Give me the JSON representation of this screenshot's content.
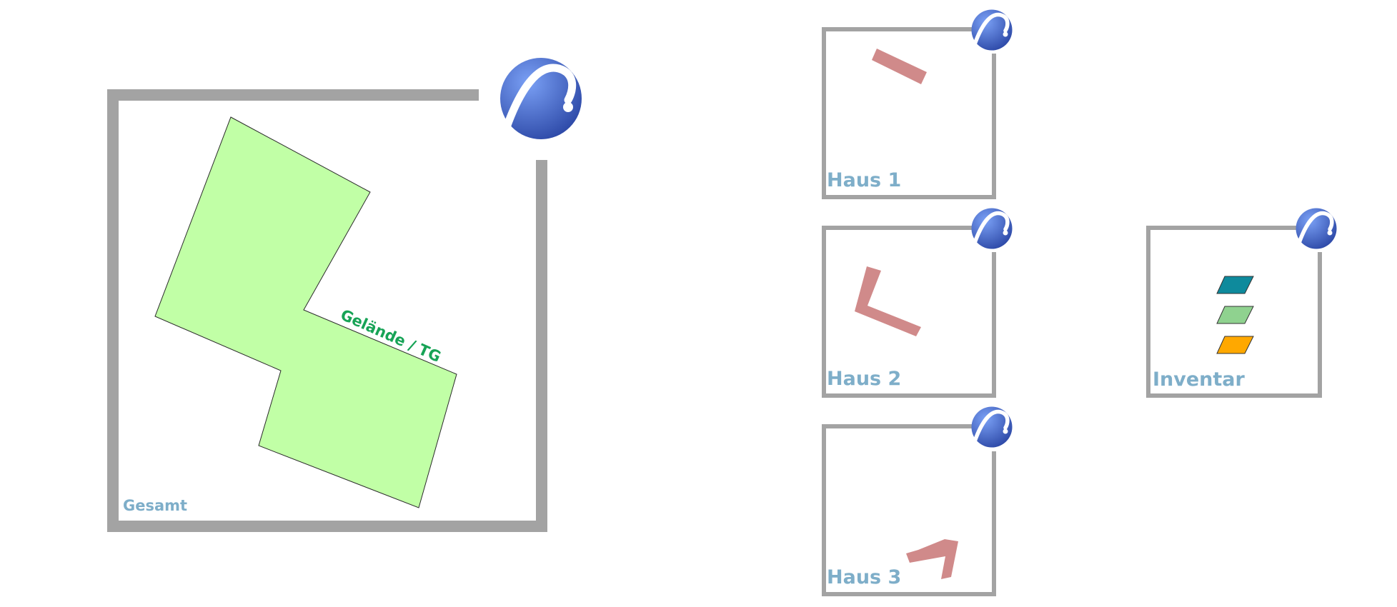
{
  "colors": {
    "frame": "#a3a3a3",
    "label": "#7eaec9",
    "terrain_fill": "#c1ffa6",
    "terrain_text": "#17a356",
    "house": "#d08a8a",
    "logo_dark": "#3050b0",
    "logo_light": "#6f96f0",
    "layer_teal": "#0e8a9c",
    "layer_green": "#8fd28f",
    "layer_orange": "#ffa800"
  },
  "icons": {
    "logo": "app-logo-icon",
    "layers": "layer-stack-icon"
  },
  "overview": {
    "label": "Gesamt",
    "terrain_label": "Gelände / TG"
  },
  "panels": {
    "haus1": {
      "label": "Haus 1"
    },
    "haus2": {
      "label": "Haus 2"
    },
    "haus3": {
      "label": "Haus 3"
    },
    "inventar": {
      "label": "Inventar"
    }
  }
}
